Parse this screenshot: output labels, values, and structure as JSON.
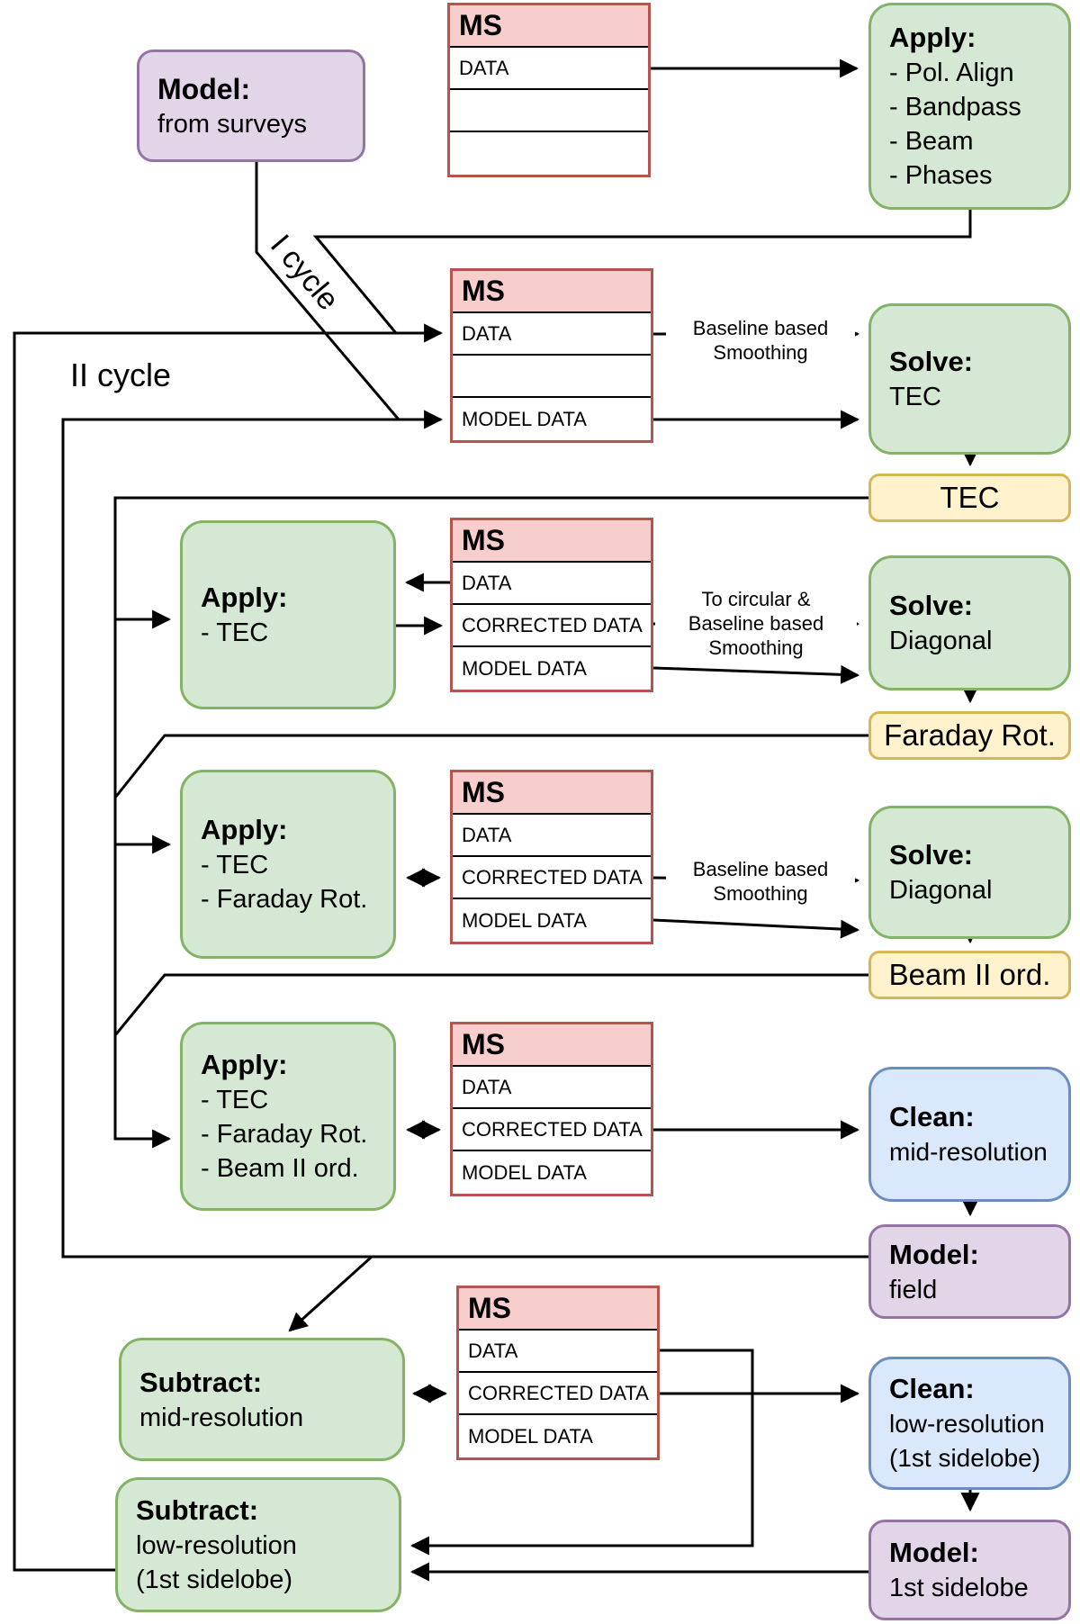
{
  "diagram": {
    "cycle_labels": {
      "cycle1": "I cycle",
      "cycle2": "II cycle"
    },
    "boxes": {
      "model_surveys": {
        "title": "Model:",
        "lines": [
          "from surveys"
        ]
      },
      "apply_initial": {
        "title": "Apply:",
        "lines": [
          "- Pol. Align",
          "- Bandpass",
          "- Beam",
          "- Phases"
        ]
      },
      "solve_tec": {
        "title": "Solve:",
        "lines": [
          "TEC"
        ]
      },
      "tec_badge": {
        "label": "TEC"
      },
      "apply_tec": {
        "title": "Apply:",
        "lines": [
          "- TEC"
        ]
      },
      "solve_diagonal_1": {
        "title": "Solve:",
        "lines": [
          "Diagonal"
        ]
      },
      "faraday_badge": {
        "label": "Faraday Rot."
      },
      "apply_tec_faraday": {
        "title": "Apply:",
        "lines": [
          "- TEC",
          "- Faraday Rot."
        ]
      },
      "solve_diagonal_2": {
        "title": "Solve:",
        "lines": [
          "Diagonal"
        ]
      },
      "beam_badge": {
        "label": "Beam II ord."
      },
      "apply_tec_faraday_beam": {
        "title": "Apply:",
        "lines": [
          "- TEC",
          "- Faraday Rot.",
          "- Beam II ord."
        ]
      },
      "clean_mid": {
        "title": "Clean:",
        "lines": [
          "mid-resolution"
        ]
      },
      "model_field": {
        "title": "Model:",
        "lines": [
          "field"
        ]
      },
      "subtract_mid": {
        "title": "Subtract:",
        "lines": [
          "mid-resolution"
        ]
      },
      "clean_low": {
        "title": "Clean:",
        "lines": [
          "low-resolution",
          "(1st sidelobe)"
        ]
      },
      "model_sidelobe": {
        "title": "Model:",
        "lines": [
          "1st sidelobe"
        ]
      },
      "subtract_low": {
        "title": "Subtract:",
        "lines": [
          "low-resolution",
          "(1st sidelobe)"
        ]
      }
    },
    "tables": {
      "ms1": {
        "header": "MS",
        "rows": [
          "DATA",
          "",
          ""
        ]
      },
      "ms2": {
        "header": "MS",
        "rows": [
          "DATA",
          "",
          "MODEL DATA"
        ]
      },
      "ms3": {
        "header": "MS",
        "rows": [
          "DATA",
          "CORRECTED DATA",
          "MODEL DATA"
        ]
      },
      "ms4": {
        "header": "MS",
        "rows": [
          "DATA",
          "CORRECTED DATA",
          "MODEL DATA"
        ]
      },
      "ms5": {
        "header": "MS",
        "rows": [
          "DATA",
          "CORRECTED DATA",
          "MODEL DATA"
        ]
      },
      "ms6": {
        "header": "MS",
        "rows": [
          "DATA",
          "CORRECTED DATA",
          "MODEL DATA"
        ]
      }
    },
    "edge_labels": {
      "baseline_smoothing_1": [
        "Baseline based",
        "Smoothing"
      ],
      "to_circular": [
        "To circular &",
        "Baseline based",
        "Smoothing"
      ],
      "baseline_smoothing_2": [
        "Baseline based",
        "Smoothing"
      ]
    },
    "colors": {
      "process_green_fill": "#d5e8d4",
      "process_green_stroke": "#82b366",
      "model_purple_fill": "#e1d5e7",
      "model_purple_stroke": "#9673a6",
      "solution_yellow_fill": "#fff2cc",
      "solution_yellow_stroke": "#d6b656",
      "clean_blue_fill": "#dae8fc",
      "clean_blue_stroke": "#6c8ebf",
      "ms_header_fill": "#f8cecc",
      "ms_border": "#b85450",
      "connector": "#000000"
    }
  }
}
